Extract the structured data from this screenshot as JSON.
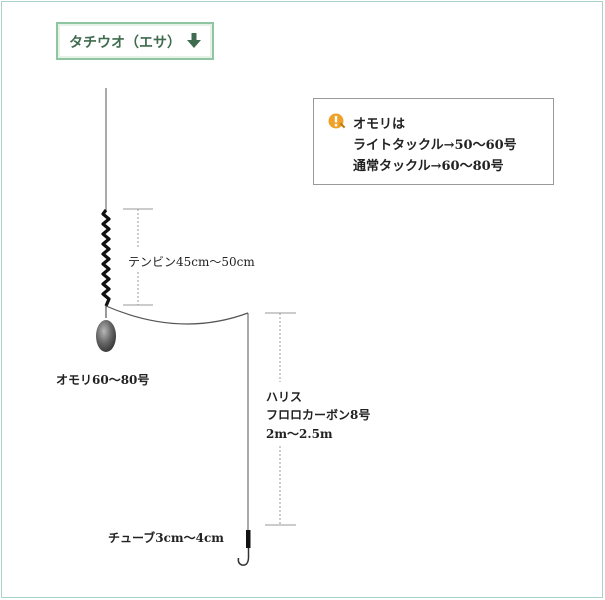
{
  "title": {
    "text": "タチウオ（エサ）",
    "arrow_icon": "down-arrow-icon",
    "color": "#3f6b4f",
    "border_color": "#8fc5a0"
  },
  "note": {
    "icon": "warning-icon",
    "line1": "オモリは",
    "line2": "ライトタックル→50～60号",
    "line3": "通常タックル→60～80号"
  },
  "labels": {
    "tenbin": "テンビン45cm～50cm",
    "sinker": "オモリ60～80号",
    "harris_1": "ハリス",
    "harris_2": "フロロカーボン8号",
    "harris_3": "2m～2.5m",
    "tube": "チューブ3cm～4cm"
  },
  "colors": {
    "frame": "#a9d2cd",
    "line": "#555555",
    "dim": "#999999"
  }
}
